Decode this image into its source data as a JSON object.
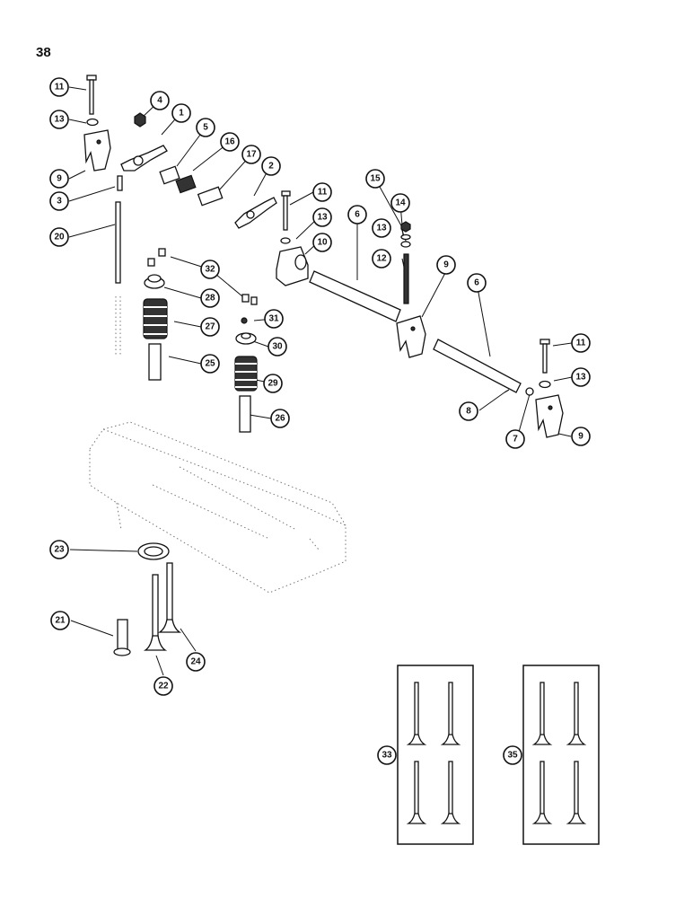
{
  "page": {
    "number": "38"
  },
  "callouts": [
    {
      "id": "c11a",
      "label": "11"
    },
    {
      "id": "c13a",
      "label": "13"
    },
    {
      "id": "c9a",
      "label": "9"
    },
    {
      "id": "c3",
      "label": "3"
    },
    {
      "id": "c20",
      "label": "20"
    },
    {
      "id": "c4",
      "label": "4"
    },
    {
      "id": "c1",
      "label": "1"
    },
    {
      "id": "c5",
      "label": "5"
    },
    {
      "id": "c16",
      "label": "16"
    },
    {
      "id": "c17",
      "label": "17"
    },
    {
      "id": "c2",
      "label": "2"
    },
    {
      "id": "c11b",
      "label": "11"
    },
    {
      "id": "c13b",
      "label": "13"
    },
    {
      "id": "c10",
      "label": "10"
    },
    {
      "id": "c6a",
      "label": "6"
    },
    {
      "id": "c15",
      "label": "15"
    },
    {
      "id": "c14",
      "label": "14"
    },
    {
      "id": "c13c",
      "label": "13"
    },
    {
      "id": "c12",
      "label": "12"
    },
    {
      "id": "c9b",
      "label": "9"
    },
    {
      "id": "c6b",
      "label": "6"
    },
    {
      "id": "c32",
      "label": "32"
    },
    {
      "id": "c28",
      "label": "28"
    },
    {
      "id": "c27",
      "label": "27"
    },
    {
      "id": "c25",
      "label": "25"
    },
    {
      "id": "c31",
      "label": "31"
    },
    {
      "id": "c30",
      "label": "30"
    },
    {
      "id": "c29",
      "label": "29"
    },
    {
      "id": "c26",
      "label": "26"
    },
    {
      "id": "c11c",
      "label": "11"
    },
    {
      "id": "c13d",
      "label": "13"
    },
    {
      "id": "c8",
      "label": "8"
    },
    {
      "id": "c7",
      "label": "7"
    },
    {
      "id": "c9c",
      "label": "9"
    },
    {
      "id": "c23",
      "label": "23"
    },
    {
      "id": "c21",
      "label": "21"
    },
    {
      "id": "c22",
      "label": "22"
    },
    {
      "id": "c24",
      "label": "24"
    },
    {
      "id": "c33",
      "label": "33"
    },
    {
      "id": "c35",
      "label": "35"
    }
  ]
}
